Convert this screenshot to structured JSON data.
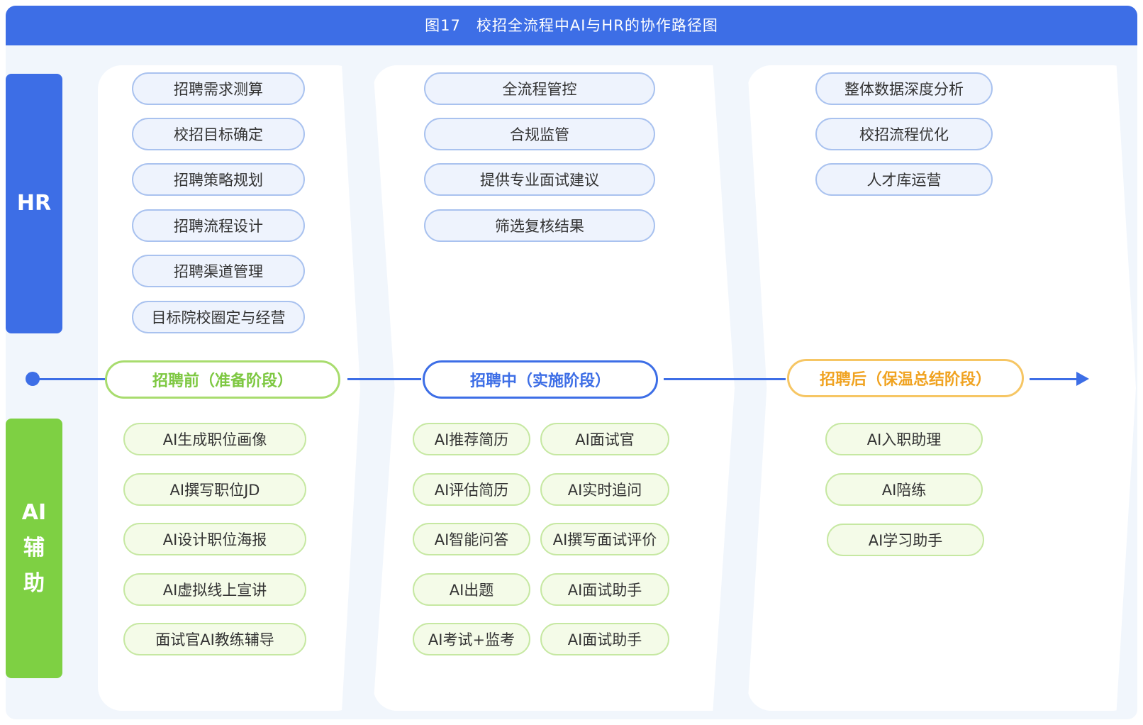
{
  "title": "图17　校招全流程中AI与HR的协作路径图",
  "sides": {
    "hr": "HR",
    "ai": [
      "AI",
      "辅",
      "助"
    ]
  },
  "stages": {
    "pre": "招聘前（准备阶段）",
    "mid": "招聘中（实施阶段）",
    "post": "招聘后（保温总结阶段）"
  },
  "colors": {
    "blue": "#3d6ee6",
    "green": "#7ed043",
    "orange": "#f3a72a",
    "pre_stage_text": "#7ec842",
    "post_stage_text": "#f0a321"
  },
  "hr": {
    "pre": [
      "招聘需求测算",
      "校招目标确定",
      "招聘策略规划",
      "招聘流程设计",
      "招聘渠道管理",
      "目标院校圈定与经营"
    ],
    "mid": [
      "全流程管控",
      "合规监管",
      "提供专业面试建议",
      "筛选复核结果"
    ],
    "post": [
      "整体数据深度分析",
      "校招流程优化",
      "人才库运营"
    ]
  },
  "ai": {
    "pre": [
      "AI生成职位画像",
      "AI撰写职位JD",
      "AI设计职位海报",
      "AI虚拟线上宣讲",
      "面试官AI教练辅导"
    ],
    "mid_left": [
      "AI推荐简历",
      "AI评估简历",
      "AI智能问答",
      "AI出题",
      "AI考试+监考"
    ],
    "mid_right": [
      "AI面试官",
      "AI实时追问",
      "AI撰写面试评价",
      "AI面试助手",
      "AI面试助手"
    ],
    "post": [
      "AI入职助理",
      "AI陪练",
      "AI学习助手"
    ]
  }
}
